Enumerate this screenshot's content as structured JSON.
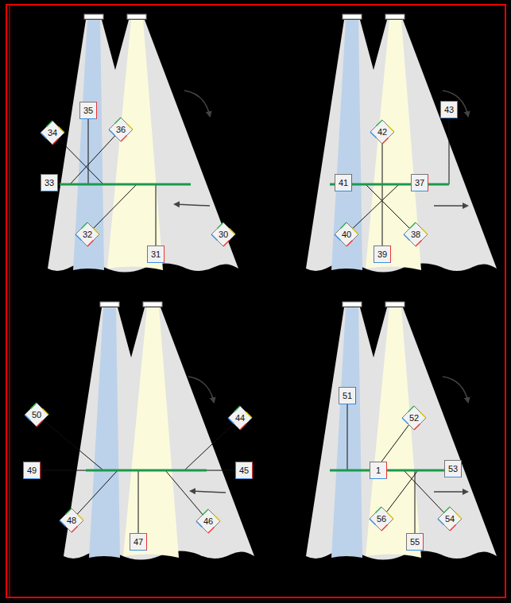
{
  "diagram": {
    "nodes": [
      {
        "text": [
          "35"
        ]
      },
      {
        "text": [
          "34"
        ]
      },
      {
        "text": [
          "36"
        ]
      },
      {
        "text": [
          "33"
        ]
      },
      {
        "text": [
          "32"
        ]
      },
      {
        "text": [
          "31"
        ]
      },
      {
        "text": [
          "30"
        ]
      },
      {
        "text": [
          "43"
        ]
      },
      {
        "text": [
          "42"
        ]
      },
      {
        "text": [
          "41"
        ]
      },
      {
        "text": [
          "37"
        ]
      },
      {
        "text": [
          "40"
        ]
      },
      {
        "text": [
          "39"
        ]
      },
      {
        "text": [
          "38"
        ]
      },
      {
        "text": [
          "50"
        ]
      },
      {
        "text": [
          "44"
        ]
      },
      {
        "text": [
          "49"
        ]
      },
      {
        "text": [
          "45"
        ]
      },
      {
        "text": [
          "48"
        ]
      },
      {
        "text": [
          "47"
        ]
      },
      {
        "text": [
          "46"
        ]
      },
      {
        "text": [
          "51"
        ]
      },
      {
        "text": [
          "52"
        ]
      },
      {
        "text": [
          "1"
        ]
      },
      {
        "text": [
          "53"
        ]
      },
      {
        "text": [
          "56"
        ]
      },
      {
        "text": [
          "55"
        ]
      },
      {
        "text": [
          "54"
        ]
      }
    ]
  }
}
